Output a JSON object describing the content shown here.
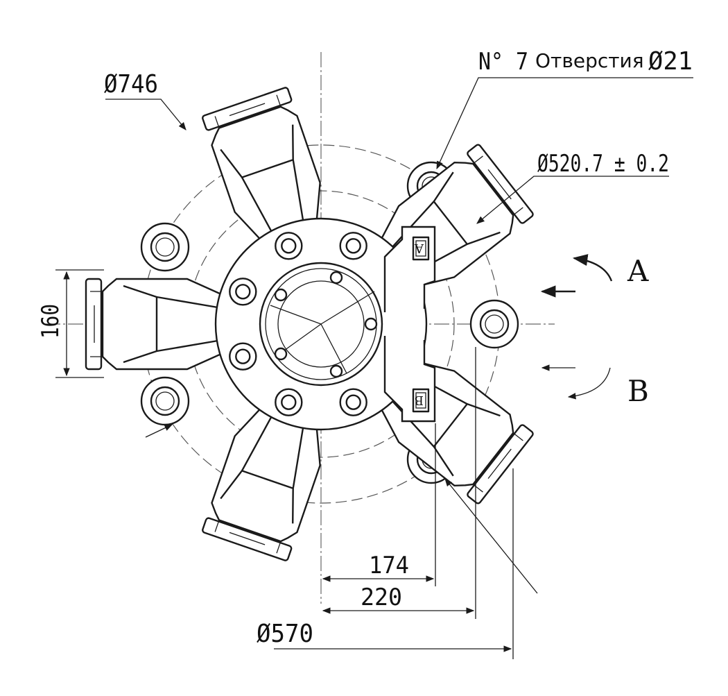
{
  "dimensions": {
    "outer_diameter": "Ø746",
    "bolt_circle": "Ø520.7 ± 0.2",
    "mount_diameter": "Ø570",
    "width": "160",
    "offset_174": "174",
    "offset_220": "220"
  },
  "holes_note": {
    "number": "N° 7",
    "word": "Отверстия",
    "size": "Ø21"
  },
  "ports": {
    "a": "A",
    "b": "B"
  },
  "hub": {
    "bolt_count": 8,
    "cylinders": 5,
    "mount_holes": 7
  }
}
